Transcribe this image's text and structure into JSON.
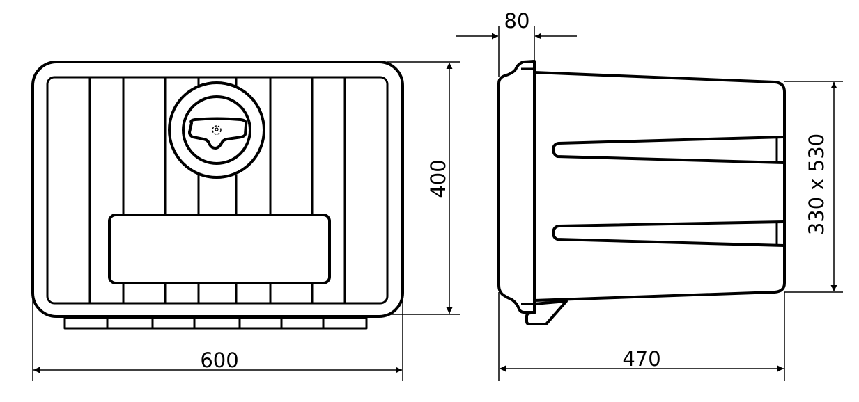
{
  "drawing": {
    "front_view": {
      "width_label": "600",
      "height_label": "400"
    },
    "side_view": {
      "flange_label": "80",
      "depth_label": "470",
      "opening_label": "330 x 530"
    },
    "colors": {
      "line": "#000000",
      "background": "#ffffff"
    }
  }
}
